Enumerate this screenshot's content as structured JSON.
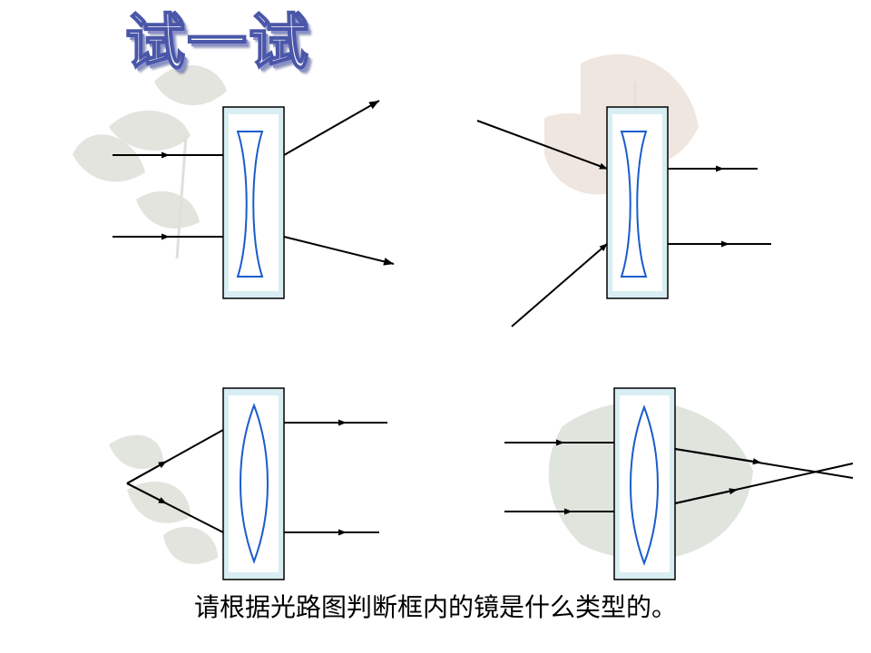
{
  "slide": {
    "title": "试一试",
    "caption": "请根据光路图判断框内的镜是什么类型的。"
  },
  "diagrams": [
    {
      "id": "top-left",
      "lens": "concave-icon"
    },
    {
      "id": "top-right",
      "lens": "concave-icon"
    },
    {
      "id": "bottom-left",
      "lens": "convex-icon"
    },
    {
      "id": "bottom-right",
      "lens": "convex-icon"
    }
  ],
  "colors": {
    "box_fill": "#d8eef2",
    "box_border": "#000000",
    "lens_stroke": "#1a5ccc",
    "ray": "#000000",
    "title_stroke": "#4a56a8"
  }
}
